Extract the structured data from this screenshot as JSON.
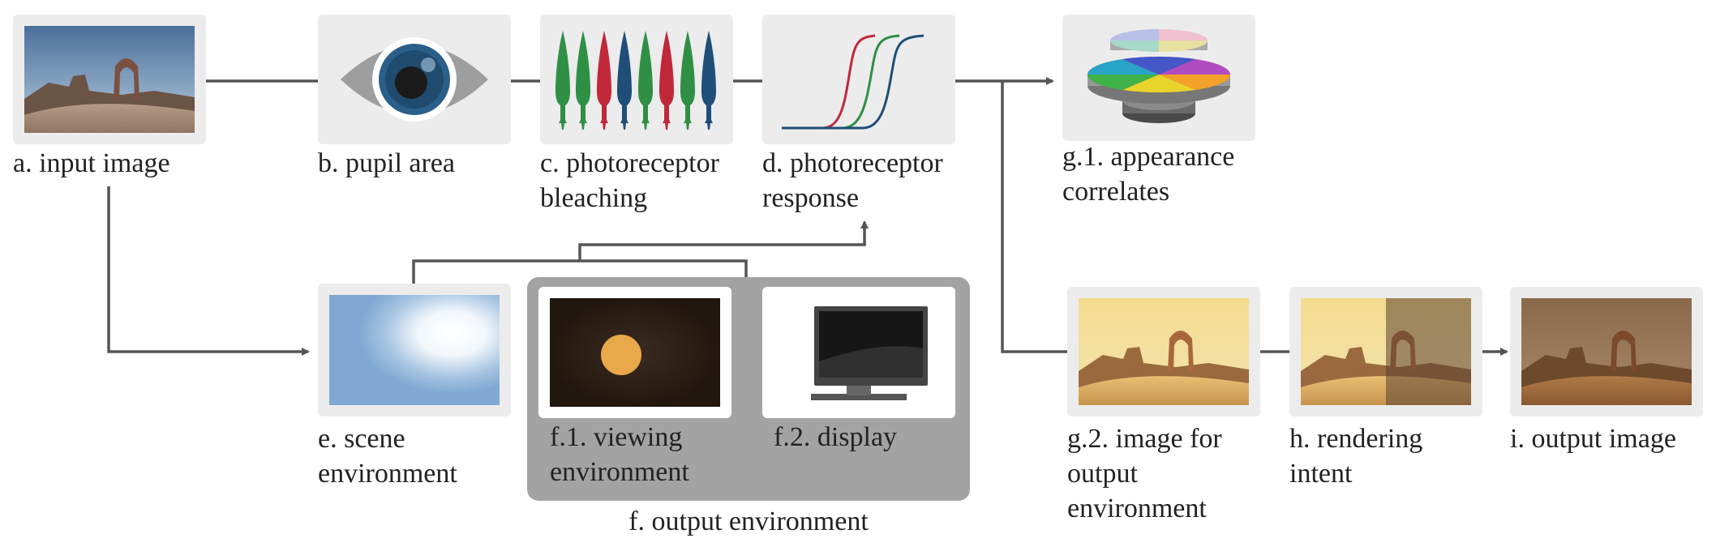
{
  "nodes": {
    "a": {
      "label": "a. input image"
    },
    "b": {
      "label": "b. pupil area"
    },
    "c": {
      "label": "c. photoreceptor\nbleaching"
    },
    "d": {
      "label": "d. photoreceptor\nresponse"
    },
    "e": {
      "label": "e. scene\nenvironment"
    },
    "f1": {
      "label": "f.1. viewing\nenvironment"
    },
    "f2": {
      "label": "f.2. display"
    },
    "f": {
      "label": "f. output environment"
    },
    "g1": {
      "label": "g.1. appearance\ncorrelates"
    },
    "g2": {
      "label": "g.2. image for\noutput\nenvironment"
    },
    "h": {
      "label": "h. rendering\nintent"
    },
    "i": {
      "label": "i. output image"
    }
  },
  "colors": {
    "line": "#555555",
    "panel_bg": "#ececec",
    "output_env_bg": "#a3a3a3",
    "cone_red": "#c0283a",
    "cone_green": "#2f8f45",
    "cone_blue": "#1f4e79"
  }
}
